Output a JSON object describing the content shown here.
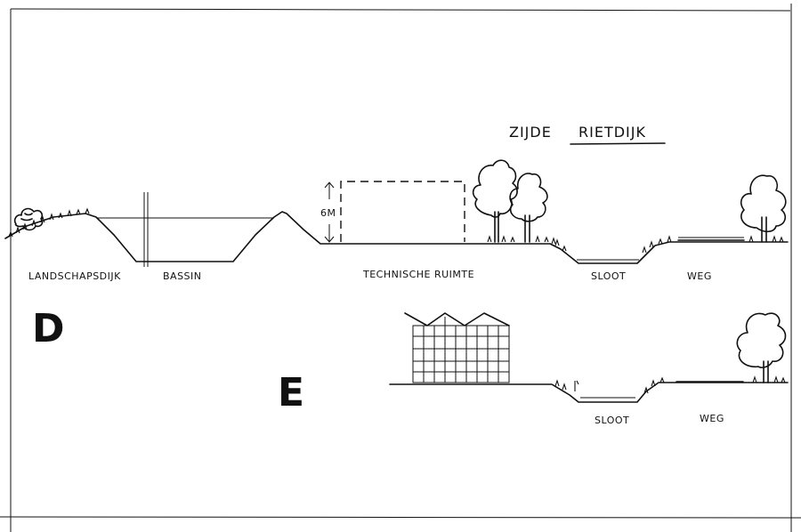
{
  "title": {
    "prefix": "ZIJDE",
    "name": "RIETDIJK"
  },
  "section_d": {
    "letter": "D",
    "labels": {
      "landschapsdijk": "LANDSCHAPSDIJK",
      "bassin": "BASSIN",
      "technische_ruimte": "TECHNISCHE RUIMTE",
      "sloot": "SLOOT",
      "weg": "WEG"
    },
    "height_marker": "6M"
  },
  "section_e": {
    "letter": "E",
    "labels": {
      "sloot": "SLOOT",
      "weg": "WEG"
    }
  }
}
